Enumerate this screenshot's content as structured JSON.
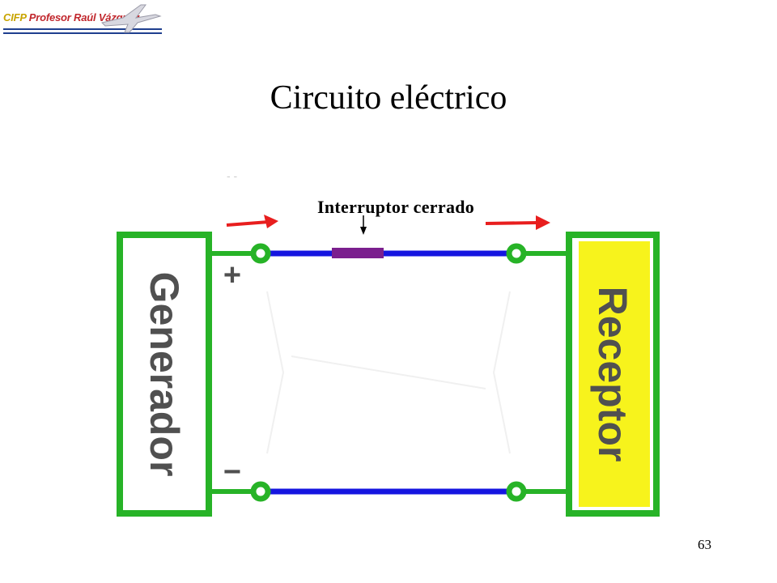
{
  "header": {
    "logo_cifp": "CIFP",
    "logo_name": "Profesor Raúl Vázquez"
  },
  "slide": {
    "title": "Circuito eléctrico",
    "page_number": "63"
  },
  "diagram": {
    "generator_label": "Generador",
    "receiver_label": "Receptor",
    "plus_sign": "+",
    "minus_sign": "−",
    "switch_label": "Interruptor cerrado",
    "switch_state": "closed",
    "current_direction": "generator-to-receiver",
    "colors": {
      "box_border": "#27b327",
      "wire": "#1515e0",
      "switch": "#7b1f8e",
      "current_arrow": "#e81e1e",
      "receiver_fill": "#f7f31c",
      "terminal": "#27b327",
      "logo_red": "#c1272d",
      "logo_gold": "#c8a400",
      "logo_line": "#1f3f8f"
    }
  }
}
